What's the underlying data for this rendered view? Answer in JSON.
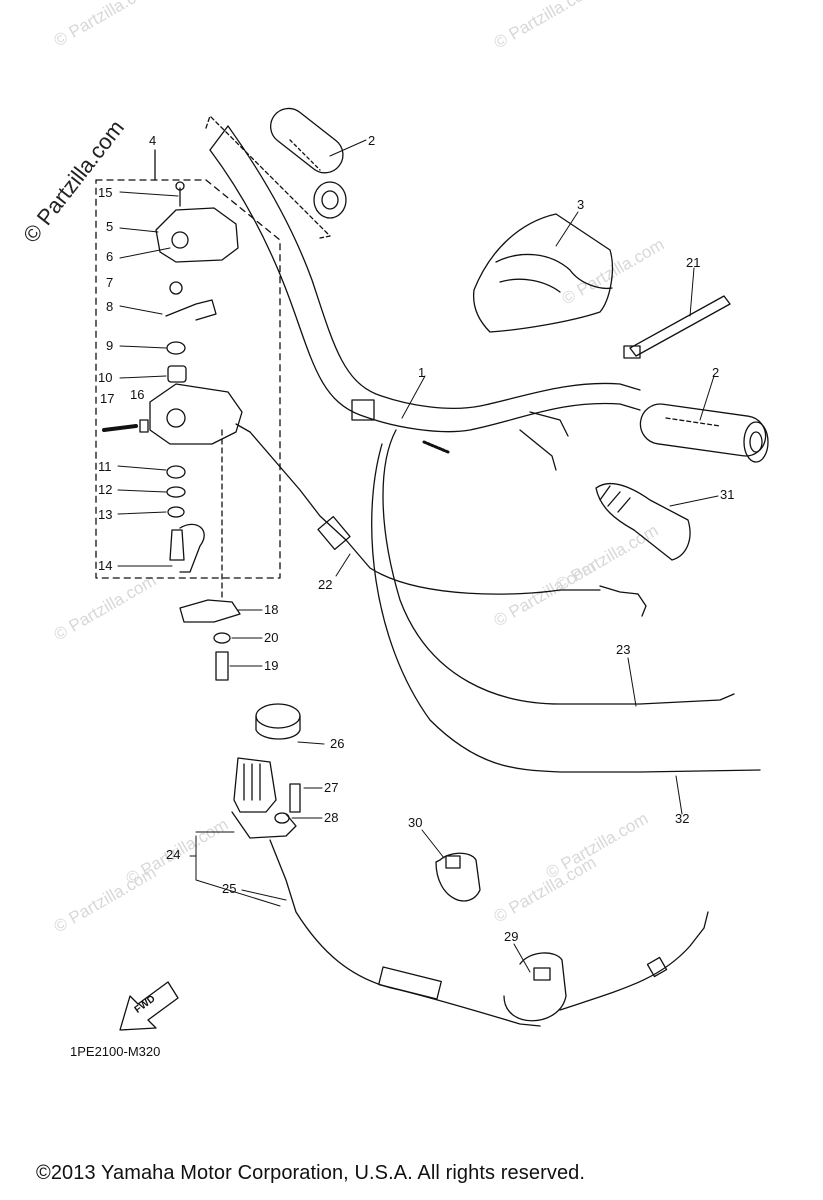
{
  "diagram": {
    "callouts": [
      {
        "id": "c1",
        "label": "1"
      },
      {
        "id": "c2a",
        "label": "2"
      },
      {
        "id": "c2b",
        "label": "2"
      },
      {
        "id": "c3",
        "label": "3"
      },
      {
        "id": "c4",
        "label": "4"
      },
      {
        "id": "c5",
        "label": "5"
      },
      {
        "id": "c6",
        "label": "6"
      },
      {
        "id": "c7",
        "label": "7"
      },
      {
        "id": "c8",
        "label": "8"
      },
      {
        "id": "c9",
        "label": "9"
      },
      {
        "id": "c10",
        "label": "10"
      },
      {
        "id": "c11",
        "label": "11"
      },
      {
        "id": "c12",
        "label": "12"
      },
      {
        "id": "c13",
        "label": "13"
      },
      {
        "id": "c14",
        "label": "14"
      },
      {
        "id": "c15",
        "label": "15"
      },
      {
        "id": "c16",
        "label": "16"
      },
      {
        "id": "c17",
        "label": "17"
      },
      {
        "id": "c18",
        "label": "18"
      },
      {
        "id": "c19",
        "label": "19"
      },
      {
        "id": "c20",
        "label": "20"
      },
      {
        "id": "c21",
        "label": "21"
      },
      {
        "id": "c22",
        "label": "22"
      },
      {
        "id": "c23",
        "label": "23"
      },
      {
        "id": "c24",
        "label": "24"
      },
      {
        "id": "c25",
        "label": "25"
      },
      {
        "id": "c26",
        "label": "26"
      },
      {
        "id": "c27",
        "label": "27"
      },
      {
        "id": "c28",
        "label": "28"
      },
      {
        "id": "c29",
        "label": "29"
      },
      {
        "id": "c30",
        "label": "30"
      },
      {
        "id": "c31",
        "label": "31"
      },
      {
        "id": "c32",
        "label": "32"
      }
    ],
    "fwd_label": "FWD",
    "diagram_code": "1PE2100-M320"
  },
  "watermark": {
    "text": "© Partzilla.com",
    "prominent_text": "© Partzilla.com"
  },
  "footer": {
    "copyright": "©2013 Yamaha Motor Corporation, U.S.A. All rights reserved."
  }
}
